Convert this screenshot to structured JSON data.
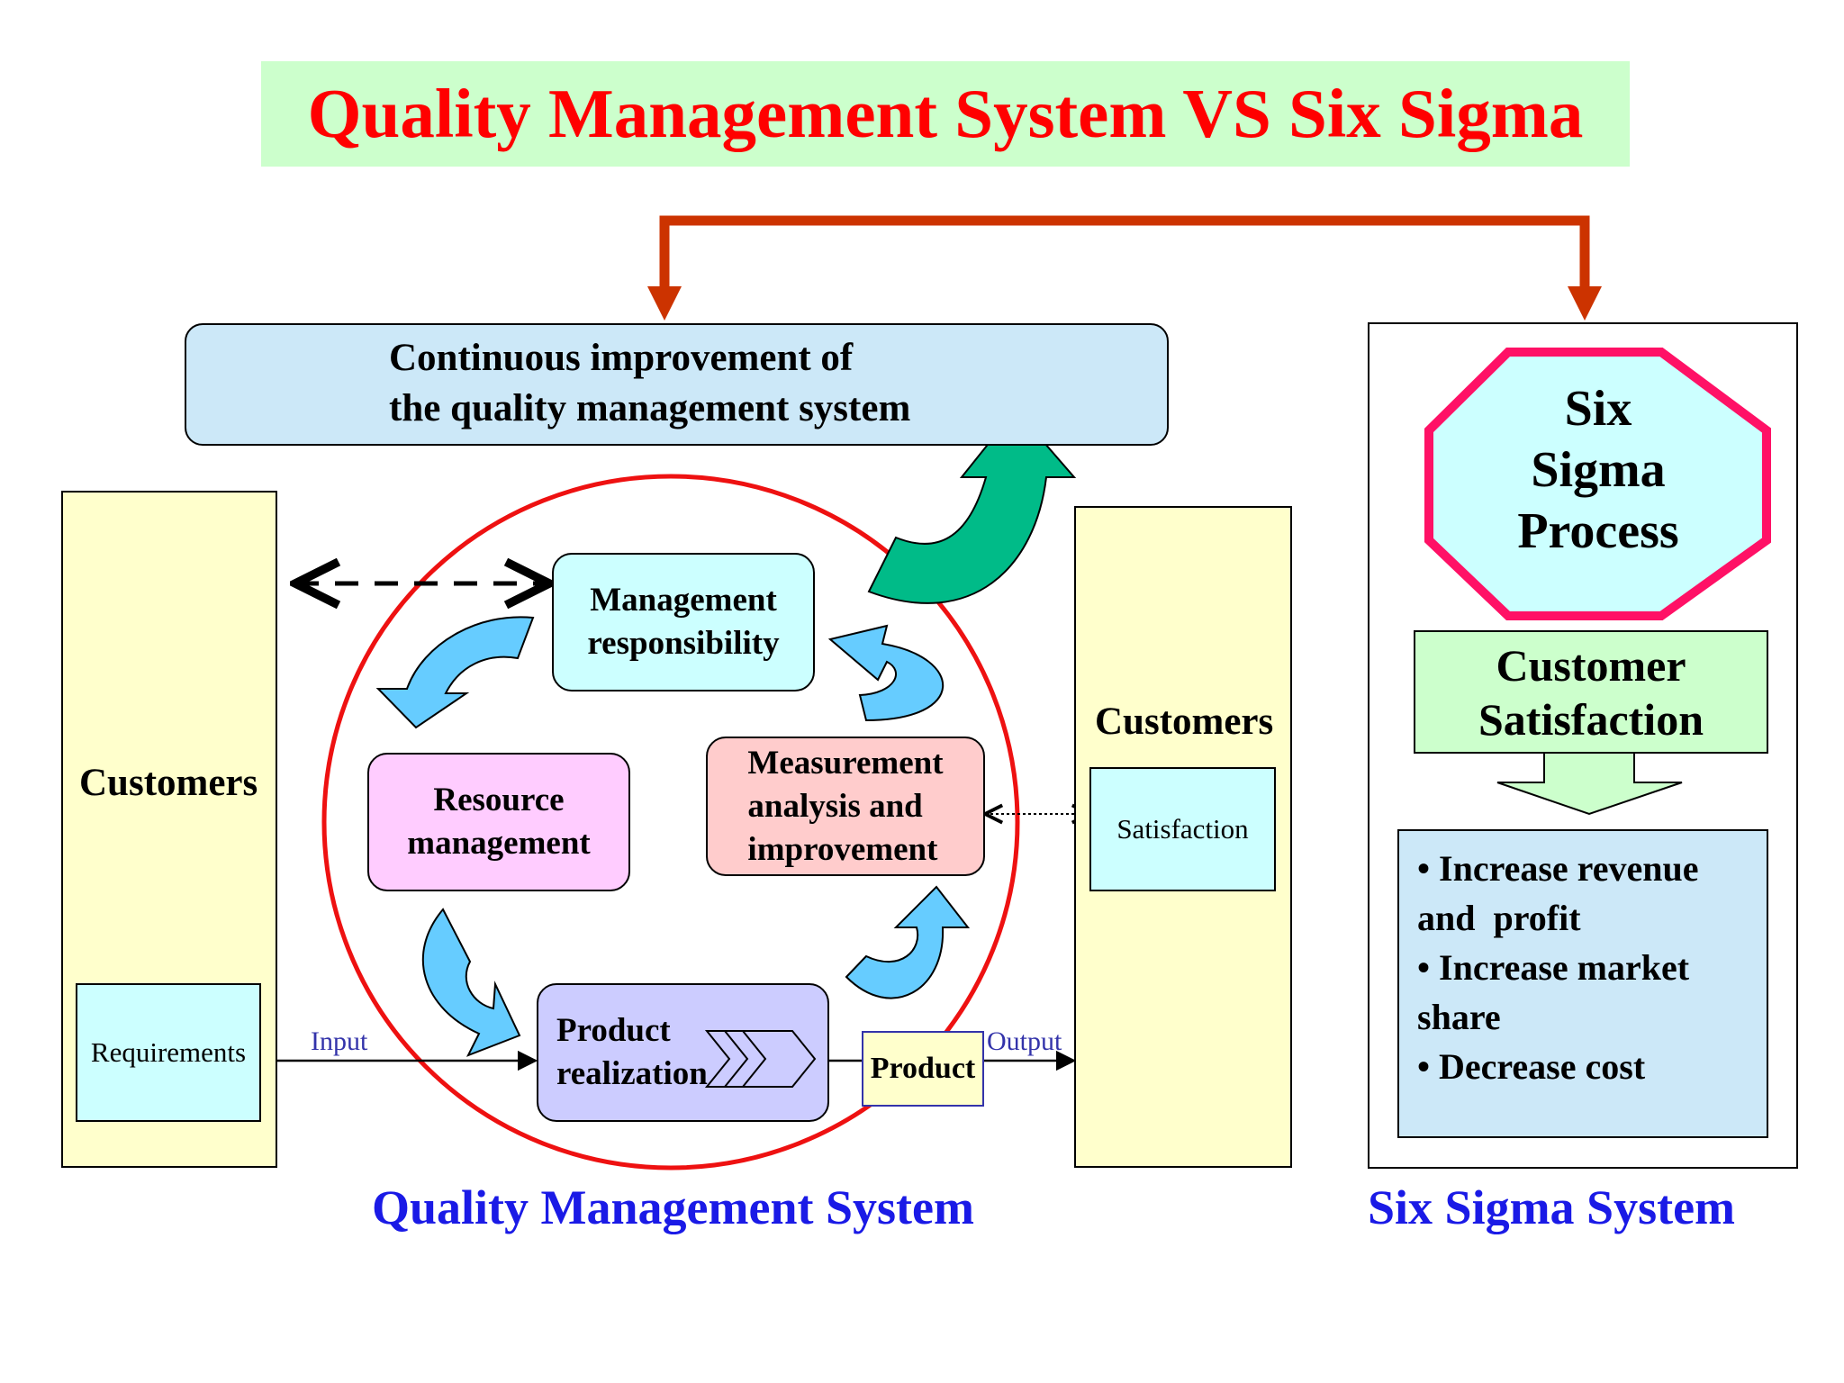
{
  "title": "Quality Management System VS Six Sigma",
  "continuous_improvement": {
    "line1": "Continuous improvement of",
    "line2": "the quality management system"
  },
  "left_customers": {
    "label": "Customers",
    "requirements": "Requirements"
  },
  "right_customers": {
    "label": "Customers",
    "satisfaction": "Satisfaction"
  },
  "process": {
    "management": [
      "Management",
      "responsibility"
    ],
    "resource": [
      "Resource",
      "management"
    ],
    "measurement": [
      "Measurement",
      "analysis and",
      "improvement"
    ],
    "product_realization": [
      "Product",
      "realization"
    ],
    "product": "Product",
    "input": "Input",
    "output": "Output"
  },
  "qms_label": "Quality Management System",
  "six_sigma": {
    "process": [
      "Six",
      "Sigma",
      "Process"
    ],
    "customer_satisfaction": [
      "Customer",
      "Satisfaction"
    ],
    "benefits": [
      "• Increase revenue",
      "and  profit",
      "• Increase market",
      "share",
      "• Decrease cost"
    ],
    "system_label": "Six Sigma System"
  },
  "colors": {
    "title": "#ff0000",
    "title_bg": "#ccffcc",
    "orange_arrow": "#cc3300",
    "blue_arrows": "#66ccff",
    "green_arrow": "#00bb88",
    "circle": "#ee1111",
    "octagon_border": "#ff1166",
    "bottom_labels": "#1a1ae6"
  }
}
